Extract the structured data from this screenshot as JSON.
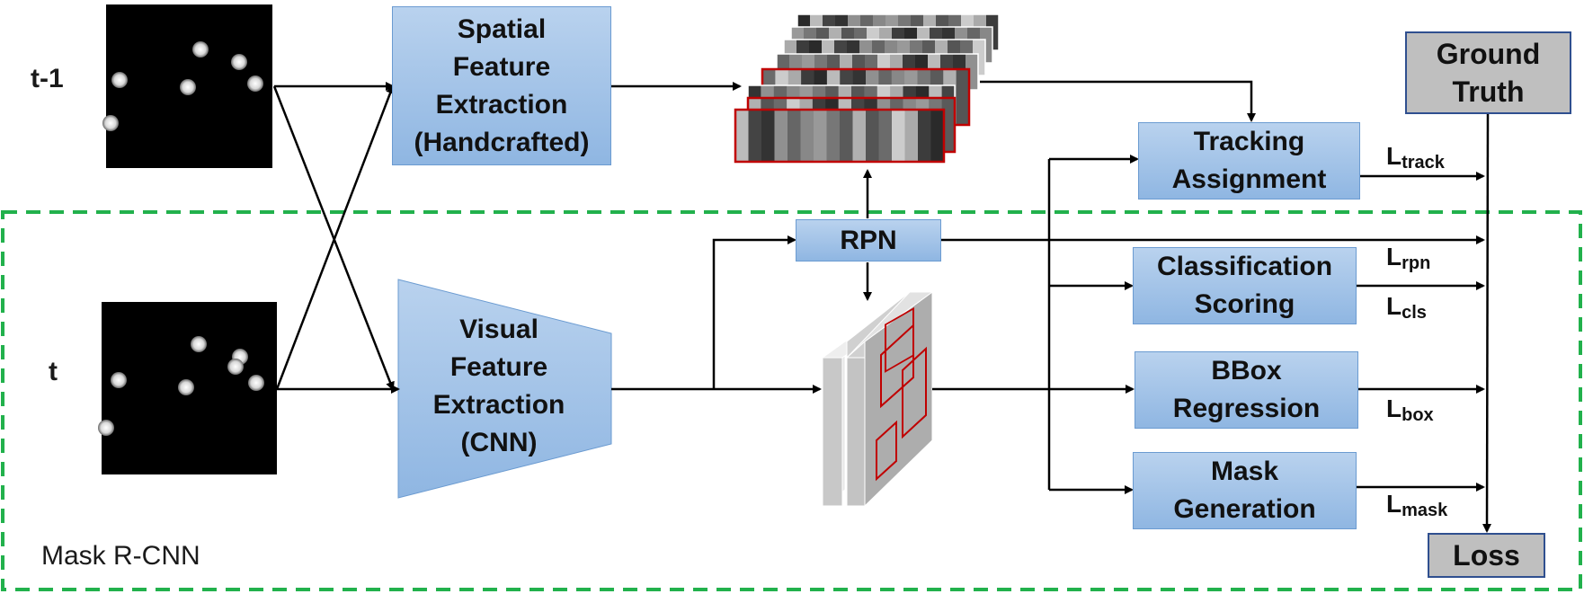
{
  "time_labels": {
    "prev": "t-1",
    "curr": "t"
  },
  "mask_rcnn_label": "Mask R-CNN",
  "boxes": {
    "spatial": "Spatial\nFeature\nExtraction\n(Handcrafted)",
    "visual": "Visual\nFeature\nExtraction\n(CNN)",
    "rpn": "RPN",
    "tracking": "Tracking\nAssignment",
    "classification": "Classification\nScoring",
    "bbox": "BBox\nRegression",
    "mask": "Mask\nGeneration",
    "ground_truth": "Ground\nTruth",
    "loss": "Loss"
  },
  "losses": {
    "track": {
      "main": "L",
      "sub": "track"
    },
    "rpn": {
      "main": "L",
      "sub": "rpn"
    },
    "cls": {
      "main": "L",
      "sub": "cls"
    },
    "box": {
      "main": "L",
      "sub": "box"
    },
    "mask": {
      "main": "L",
      "sub": "mask"
    }
  },
  "colors": {
    "box_fill_top": "#b9d2ee",
    "box_fill_bottom": "#8fb6e2",
    "dashed_region": "#22b14c",
    "feature_highlight": "#c00000",
    "gray_box": "#bfbfbf"
  }
}
